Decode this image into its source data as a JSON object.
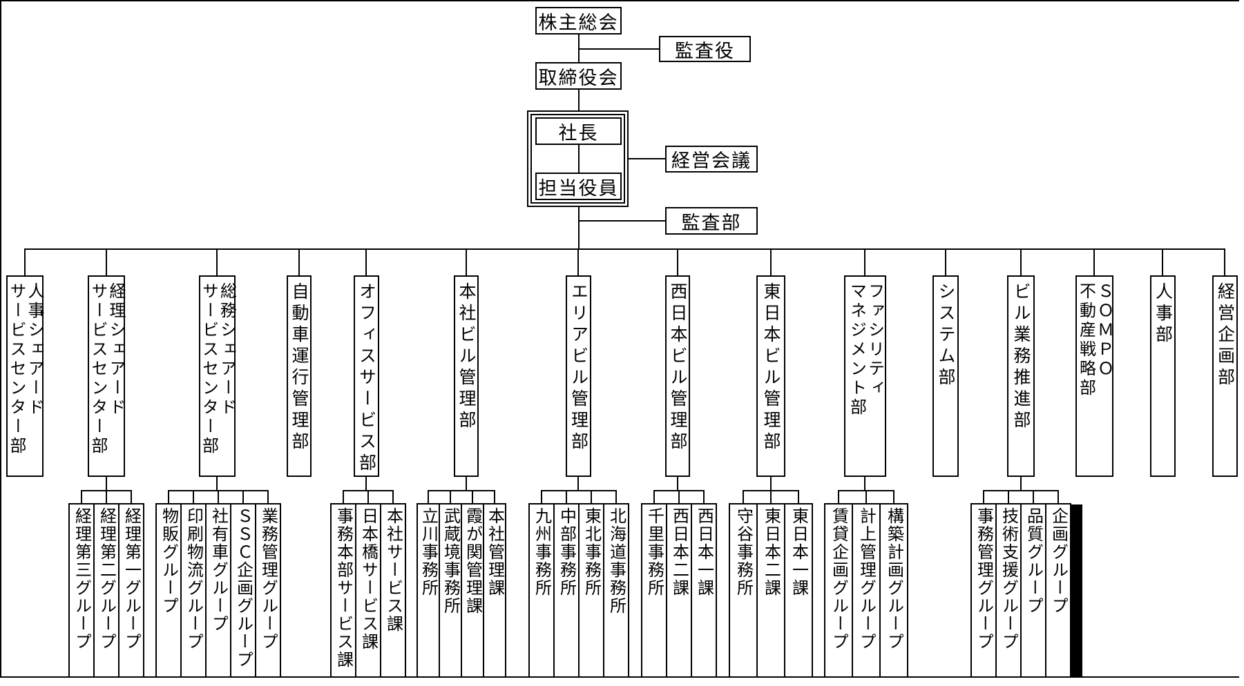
{
  "top": {
    "shareholders_meeting": "株主総会",
    "auditor": "監査役",
    "board_of_directors": "取締役会",
    "president": "社長",
    "executive_in_charge": "担当役員",
    "management_meeting": "経営会議",
    "audit_department": "監査部"
  },
  "departments": [
    {
      "label": "人事シェアード\nサービスセンター部",
      "children": []
    },
    {
      "label": "経理シェアード\nサービスセンター部",
      "children": [
        "経理第三グループ",
        "経理第二グループ",
        "経理第一グループ"
      ]
    },
    {
      "label": "総務シェアード\nサービスセンター部",
      "children": [
        "物販グループ",
        "印刷物流グループ",
        "社有車グループ",
        "ＳＳＣ企画グループ",
        "業務管理グループ"
      ]
    },
    {
      "label": "自動車運行管理部",
      "children": []
    },
    {
      "label": "オフィスサービス部",
      "children": [
        "事務本部サービス課",
        "日本橋サービス課",
        "本社サービス課"
      ]
    },
    {
      "label": "本社ビル管理部",
      "children": [
        "立川事務所",
        "武蔵境事務所",
        "霞が関管理課",
        "本社管理課"
      ]
    },
    {
      "label": "エリアビル管理部",
      "children": [
        "九州事務所",
        "中部事務所",
        "東北事務所",
        "北海道事務所"
      ]
    },
    {
      "label": "西日本ビル管理部",
      "children": [
        "千里事務所",
        "西日本二課",
        "西日本一課"
      ]
    },
    {
      "label": "東日本ビル管理部",
      "children": [
        "守谷事務所",
        "東日本二課",
        "東日本一課"
      ]
    },
    {
      "label": "ファシリティ\nマネジメント部",
      "children": [
        "賃貸企画グループ",
        "計上管理グループ",
        "構築計画グループ"
      ]
    },
    {
      "label": "システム部",
      "children": []
    },
    {
      "label": "ビル業務推進部",
      "children": [
        "事務管理グループ",
        "技術支援グループ",
        "品質グループ",
        "企画グループ"
      ]
    },
    {
      "label": "ＳＯＭＰＯ\n不動産戦略部",
      "children": []
    },
    {
      "label": "人事部",
      "children": []
    },
    {
      "label": "経営企画部",
      "children": []
    }
  ],
  "redacted_box": {
    "label": ""
  },
  "colors": {
    "line": "#000000",
    "background": "#ffffff",
    "redacted_fill": "#000000"
  }
}
